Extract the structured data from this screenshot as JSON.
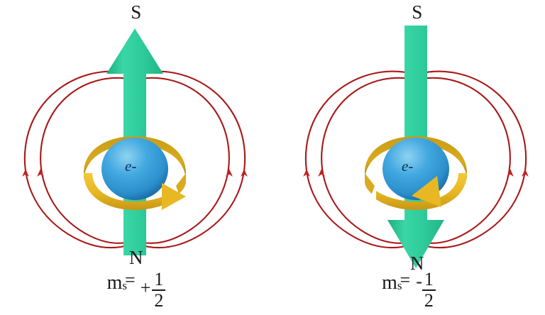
{
  "figure": {
    "title": "Electron spin magnetic moment diagram",
    "background_color": "#ffffff",
    "colors": {
      "arrow_green": "#2ecc9a",
      "arrow_green_dark": "#1fae80",
      "sphere_blue": "#35a3dd",
      "sphere_blue_dark": "#1f7fb8",
      "sphere_blue_light": "#7cc8ef",
      "ring_gold": "#e8b824",
      "ring_gold_dark": "#b8901a",
      "field_red": "#c41f1f",
      "field_red_dark": "#8f1414",
      "text_black": "#1a1a1a",
      "electron_label": "#0c2b55"
    }
  },
  "panels": [
    {
      "id": "left",
      "spin": "up",
      "spin_arrow_direction": "up",
      "rotation_direction": "counterclockwise-from-top",
      "top_pole": "S",
      "bottom_pole": "N",
      "electron_label": "e-",
      "caption": {
        "symbol": "m",
        "subscript": "s",
        "equals": "=",
        "sign": "+",
        "numerator": "1",
        "denominator": "2",
        "full_text": "m_s = +1/2"
      },
      "field_lines": {
        "count": 4,
        "arrow_count": 7,
        "direction": "downward into top pole, outward at bottom"
      }
    },
    {
      "id": "right",
      "spin": "down",
      "spin_arrow_direction": "down",
      "rotation_direction": "clockwise-from-top",
      "top_pole": "S",
      "bottom_pole": "N",
      "electron_label": "e-",
      "caption": {
        "symbol": "m",
        "subscript": "s",
        "equals": "=",
        "sign": "-",
        "numerator": "1",
        "denominator": "2",
        "full_text": "m_s = -1/2"
      },
      "field_lines": {
        "count": 4,
        "arrow_count": 7,
        "direction": "downward into top pole, outward at bottom"
      }
    }
  ]
}
